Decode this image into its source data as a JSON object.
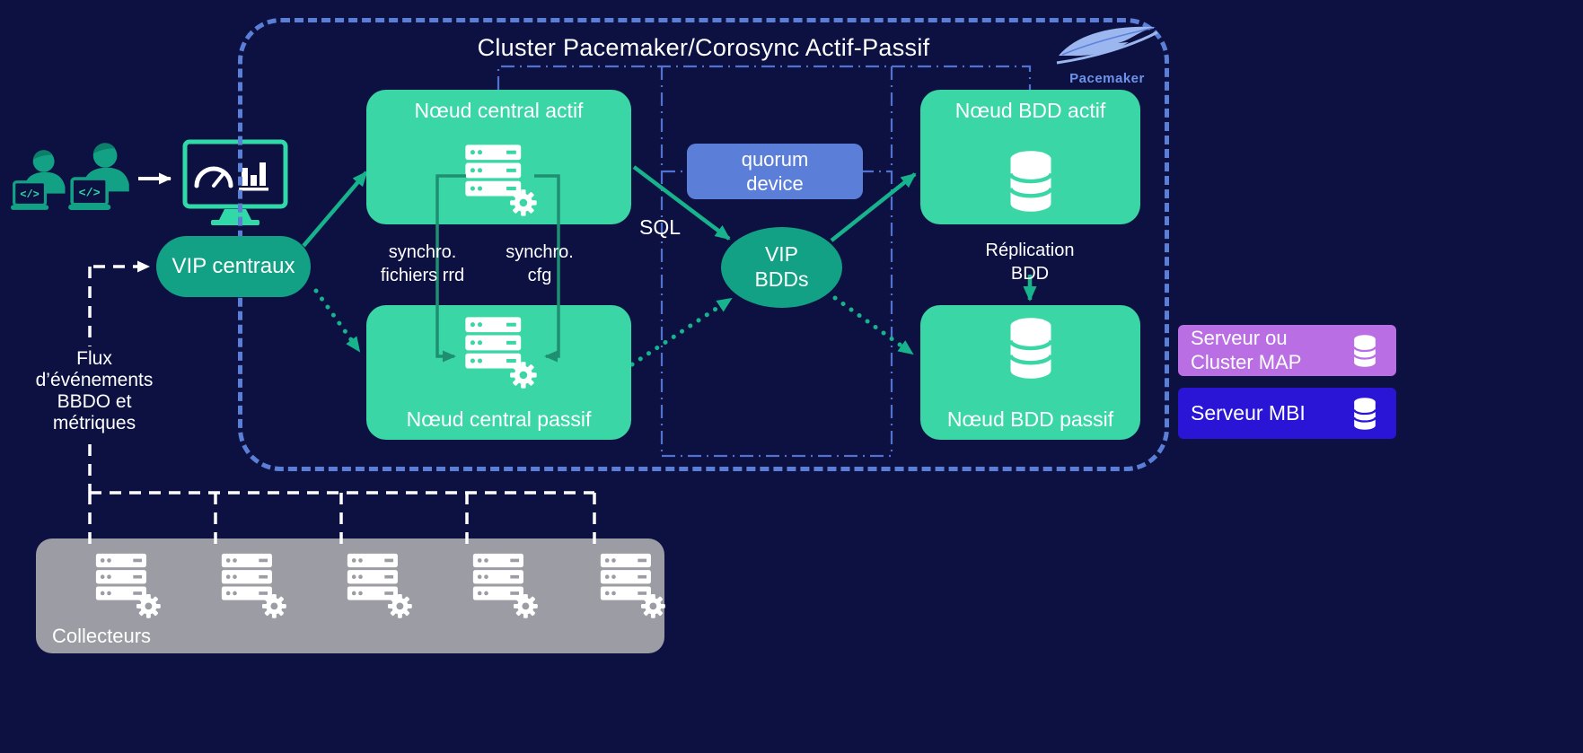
{
  "colors": {
    "background": "#0d1142",
    "mint_box": "#3ad6a6",
    "teal_vip": "#12a184",
    "flow_arrow": "#16b38c",
    "sync_arrow": "#1f8f72",
    "periwinkle_quorum": "#5b7ed8",
    "cluster_border": "#5b7fd6",
    "dashdot_line": "#5272cf",
    "purple_map": "#b96fe3",
    "blue_mbi": "#2a15d6",
    "gray_collectors": "#9c9ca4",
    "white_lines": "#ffffff"
  },
  "cluster": {
    "title": "Cluster Pacemaker/Corosync Actif-Passif",
    "logo": "Pacemaker"
  },
  "nodes": {
    "central_actif": "Nœud central actif",
    "central_passif": "Nœud central passif",
    "bdd_actif": "Nœud BDD actif",
    "bdd_passif": "Nœud BDD passif",
    "vip_centraux": "VIP centraux",
    "vip_bdds": "VIP\nBDDs",
    "quorum": "quorum\ndevice"
  },
  "labels": {
    "sql": "SQL",
    "synchro_rrd": "synchro.\nfichiers rrd",
    "synchro_cfg": "synchro.\ncfg",
    "replication": "Réplication\nBDD",
    "flux": "Flux\nd’événements\nBBDO et\nmétriques"
  },
  "external": {
    "map": "Serveur ou\nCluster MAP",
    "mbi": "Serveur MBI"
  },
  "collectors": {
    "label": "Collecteurs"
  },
  "icons": {
    "server": "server-gear-icon",
    "database": "database-icon",
    "monitor": "monitoring-screen-icon",
    "developers": "developer-user-icon",
    "feather": "pacemaker-feather-icon"
  }
}
